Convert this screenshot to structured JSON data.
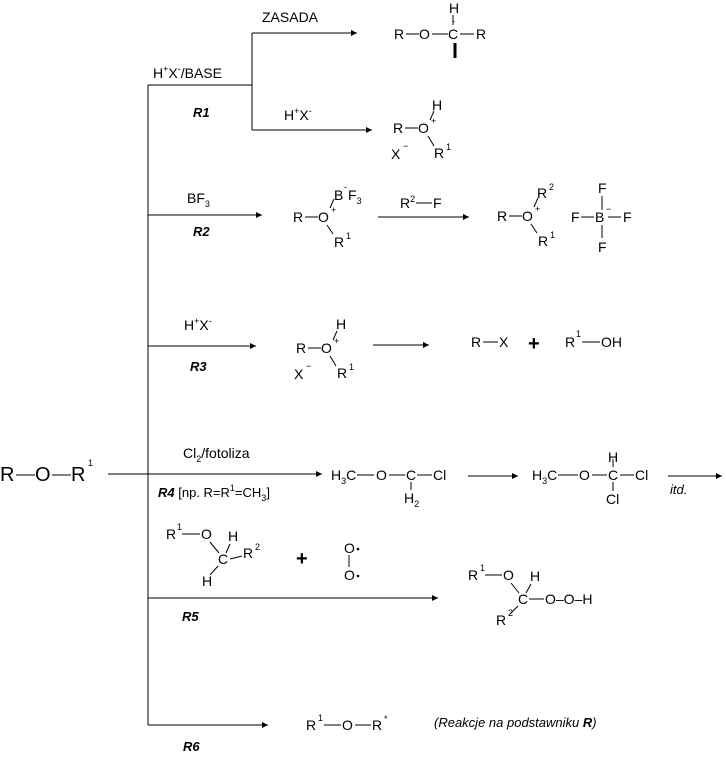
{
  "start": {
    "r": "R",
    "o": "O",
    "r1": "R",
    "sup1": "1"
  },
  "r1": {
    "label": "R1",
    "reagent": {
      "h": "H",
      "plus": "+",
      "x": "X",
      "minus": "-",
      "base": "/BASE"
    },
    "upper": {
      "reagent": "ZASADA",
      "product": {
        "r": "R",
        "o": "O",
        "c": "C",
        "h": "H",
        "minus": "-",
        "r2": "R"
      }
    },
    "lower": {
      "reagent": {
        "h": "H",
        "plus": "+",
        "x": "X",
        "minus": "-"
      },
      "product": {
        "r": "R",
        "o": "O",
        "plus": "+",
        "h": "H",
        "x": "X",
        "xminus": "−",
        "r1": "R",
        "sup1": "1"
      }
    }
  },
  "r2": {
    "label": "R2",
    "reagent": {
      "bf": "BF",
      "sub": "3"
    },
    "intermediate": {
      "r": "R",
      "o": "O",
      "plus": "+",
      "b": "B",
      "bminus": "-",
      "f": "F",
      "fsub": "3",
      "r1": "R",
      "sup1": "1"
    },
    "reagent2": {
      "r": "R",
      "sup": "2",
      "f": "F"
    },
    "product": {
      "r": "R",
      "o": "O",
      "plus": "+",
      "r2": "R",
      "sup2": "2",
      "r1": "R",
      "sup1": "1"
    },
    "anion": {
      "fl": "F",
      "b": "B",
      "minus": "−",
      "fr": "F",
      "ft": "F",
      "fb": "F"
    }
  },
  "r3": {
    "label": "R3",
    "reagent": {
      "h": "H",
      "plus": "+",
      "x": "X",
      "minus": "-"
    },
    "intermediate": {
      "r": "R",
      "o": "O",
      "plus": "+",
      "h": "H",
      "x": "X",
      "xminus": "−",
      "r1": "R",
      "sup1": "1"
    },
    "product1": {
      "r": "R",
      "x": "X"
    },
    "plus": "+",
    "product2": {
      "r": "R",
      "sup1": "1",
      "oh": "OH"
    }
  },
  "r4": {
    "label": "R4",
    "condition": {
      "a": " [np. R=R",
      "sup": "1",
      "b": "=CH",
      "sub": "3",
      "c": "]"
    },
    "reagent": {
      "cl": "Cl",
      "sub": "2",
      "rest": "/fotoliza"
    },
    "product1": {
      "h3c": "H",
      "sub3": "3",
      "c1": "C",
      "o": "O",
      "c2": "C",
      "cl": "Cl",
      "h2": "H",
      "sub2": "2"
    },
    "product2": {
      "h3c": "H",
      "sub3": "3",
      "c1": "C",
      "o": "O",
      "c2": "C",
      "h": "H",
      "cl1": "Cl",
      "cl2": "Cl"
    },
    "etc": "itd."
  },
  "r5": {
    "label": "R5",
    "reactant1": {
      "r1": "R",
      "sup1": "1",
      "o": "O",
      "h": "H",
      "c": "C",
      "r2": "R",
      "sup2": "2",
      "h2": "H"
    },
    "plus": "+",
    "oxygen": {
      "o1": "O",
      "o2": "O"
    },
    "product": {
      "r1": "R",
      "sup1": "1",
      "o": "O",
      "h": "H",
      "c": "C",
      "r2": "R",
      "sup2": "2",
      "ooh": "O–O–H"
    }
  },
  "r6": {
    "label": "R6",
    "product": {
      "r1": "R",
      "sup1": "1",
      "o": "O",
      "r": "R",
      "star": "*"
    },
    "note": {
      "a": "(Reakcje na podstawniku ",
      "r": "R",
      "b": ")"
    }
  }
}
